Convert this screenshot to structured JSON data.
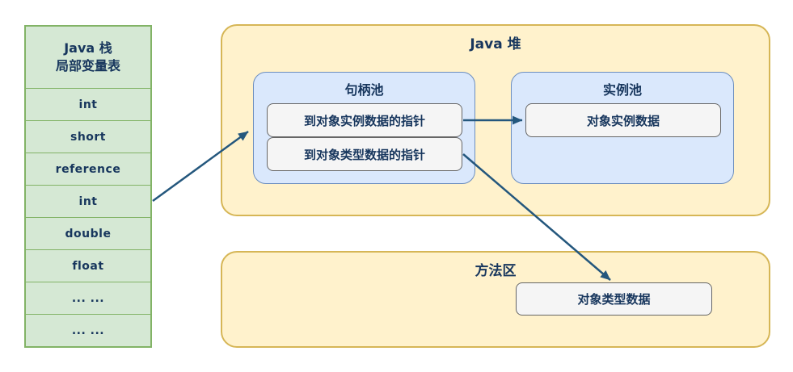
{
  "diagram": {
    "stack": {
      "title_line1": "Java 栈",
      "title_line2": "局部变量表",
      "rows": [
        "int",
        "short",
        "reference",
        "int",
        "double",
        "float",
        "... ...",
        "... ..."
      ]
    },
    "heap": {
      "title": "Java 堆",
      "handle_pool": {
        "title": "句柄池",
        "items": [
          "到对象实例数据的指针",
          "到对象类型数据的指针"
        ]
      },
      "instance_pool": {
        "title": "实例池",
        "items": [
          "对象实例数据"
        ]
      }
    },
    "method_area": {
      "title": "方法区",
      "items": [
        "对象类型数据"
      ]
    },
    "colors": {
      "green_fill": "#d5e8d4",
      "green_stroke": "#82b366",
      "yellow_fill": "#fff2cc",
      "yellow_stroke": "#d6b656",
      "blue_fill": "#dae8fc",
      "blue_stroke": "#6c8ebf",
      "gray_fill": "#f5f5f5",
      "gray_stroke": "#666666",
      "text": "#17365d",
      "arrow": "#24577d"
    }
  }
}
